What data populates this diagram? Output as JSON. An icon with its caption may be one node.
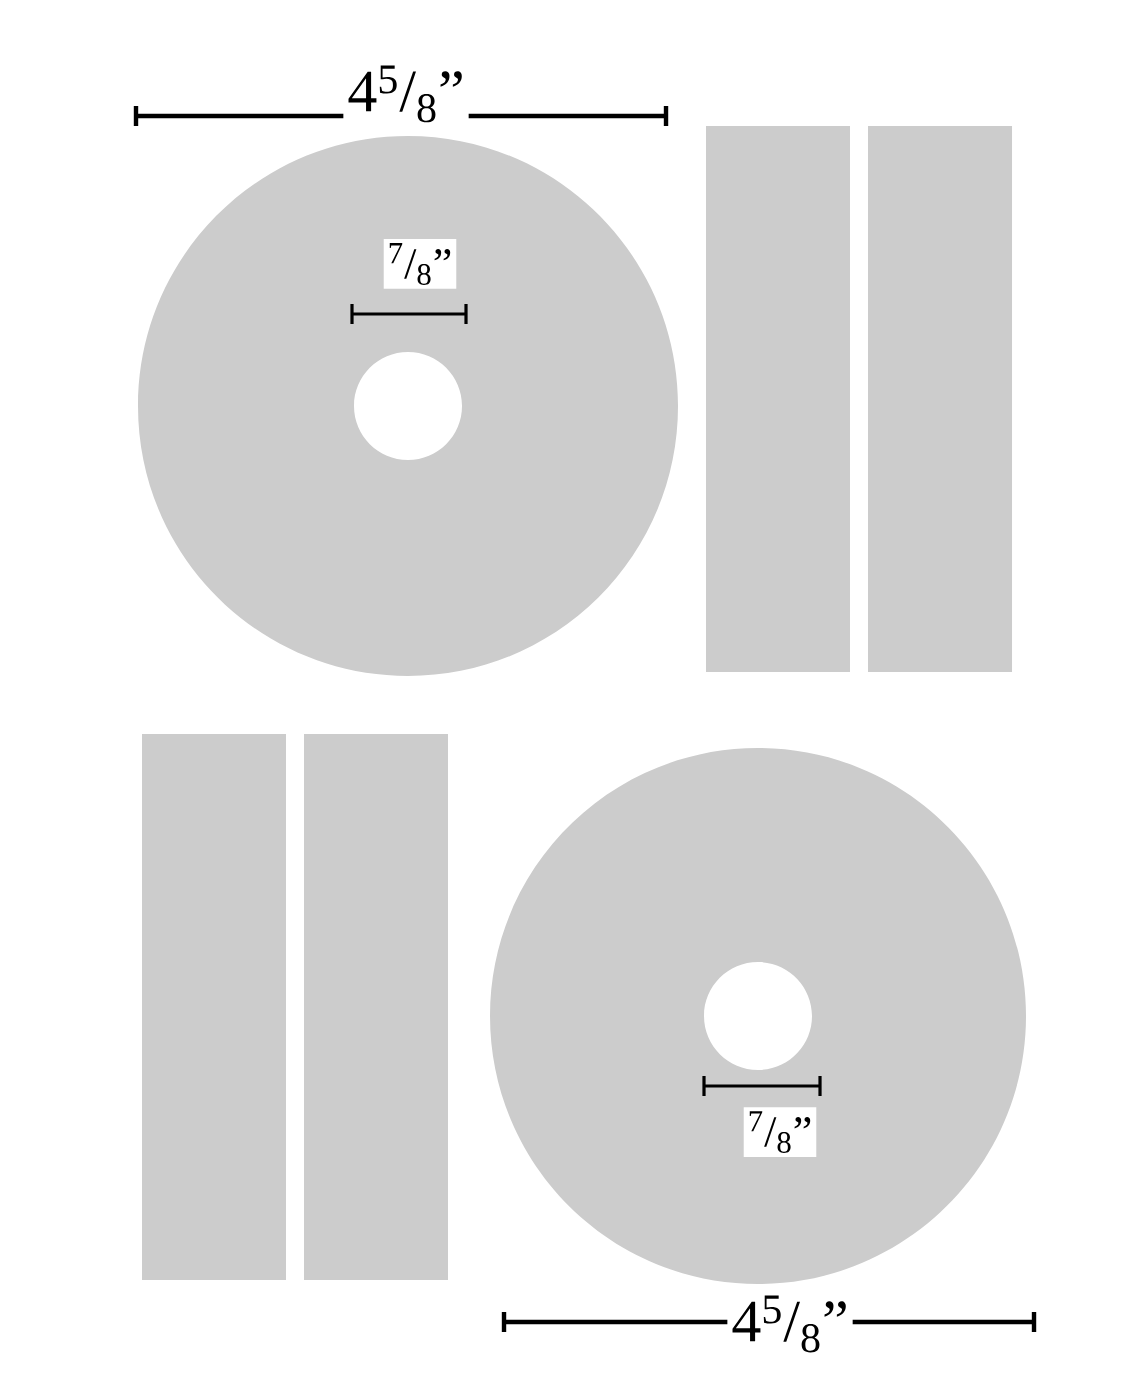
{
  "diagram": {
    "labels": [
      "4$^{5}$/$_{8}$”",
      "$^{7}$/$_{8}$”",
      "$^{7}$/$_{8}$”",
      "4$^{5}$/$_{8}$”"
    ]
  }
}
